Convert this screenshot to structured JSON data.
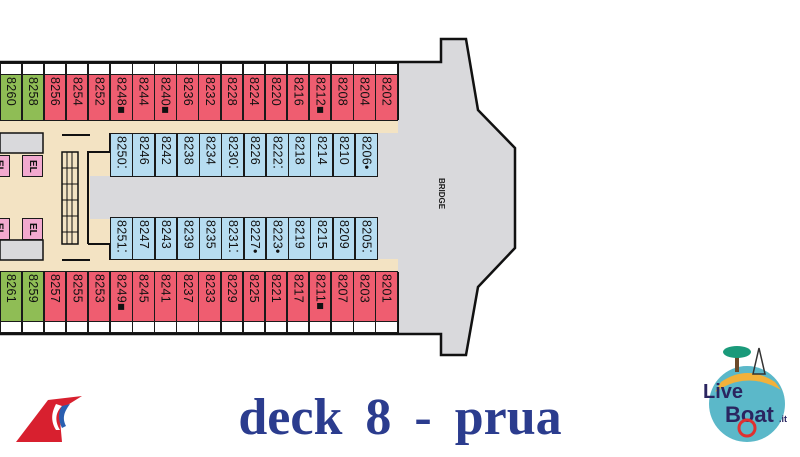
{
  "title": "deck 8 - prua",
  "bridge_label": "BRIDGE",
  "elevator_label": "EL",
  "colors": {
    "suite": "#8fbd55",
    "balcony": "#ef5d70",
    "interior": "#b7ddf1",
    "corridor": "#f3e3c3",
    "service": "#d9d9dc",
    "title": "#2b3c8e"
  },
  "cabins": {
    "top_outer": [
      {
        "n": "8260",
        "t": "green"
      },
      {
        "n": "8258",
        "t": "green"
      },
      {
        "n": "8256",
        "t": "red"
      },
      {
        "n": "8254",
        "t": "red"
      },
      {
        "n": "8252",
        "t": "red"
      },
      {
        "n": "8248■",
        "t": "red"
      },
      {
        "n": "8244",
        "t": "red"
      },
      {
        "n": "8240■",
        "t": "red"
      },
      {
        "n": "8236",
        "t": "red"
      },
      {
        "n": "8232",
        "t": "red"
      },
      {
        "n": "8228",
        "t": "red"
      },
      {
        "n": "8224",
        "t": "red"
      },
      {
        "n": "8220",
        "t": "red"
      },
      {
        "n": "8216",
        "t": "red"
      },
      {
        "n": "8212■",
        "t": "red"
      },
      {
        "n": "8208",
        "t": "red"
      },
      {
        "n": "8204",
        "t": "red"
      },
      {
        "n": "8202",
        "t": "red"
      }
    ],
    "top_inner": [
      "8250⁚",
      "8246",
      "8242",
      "8238",
      "8234",
      "8230⁚",
      "8226",
      "8222⁚",
      "8218",
      "8214",
      "8210",
      "8206•"
    ],
    "bottom_inner": [
      "8251⁚",
      "8247",
      "8243",
      "8239",
      "8235",
      "8231⁚",
      "8227•",
      "8223•",
      "8219",
      "8215",
      "8209",
      "8205⁚"
    ],
    "bottom_outer": [
      {
        "n": "8261",
        "t": "green"
      },
      {
        "n": "8259",
        "t": "green"
      },
      {
        "n": "8257",
        "t": "red"
      },
      {
        "n": "8255",
        "t": "red"
      },
      {
        "n": "8253",
        "t": "red"
      },
      {
        "n": "8249■",
        "t": "red"
      },
      {
        "n": "8245",
        "t": "red"
      },
      {
        "n": "8241",
        "t": "red"
      },
      {
        "n": "8237",
        "t": "red"
      },
      {
        "n": "8233",
        "t": "red"
      },
      {
        "n": "8229",
        "t": "red"
      },
      {
        "n": "8225",
        "t": "red"
      },
      {
        "n": "8221",
        "t": "red"
      },
      {
        "n": "8217",
        "t": "red"
      },
      {
        "n": "8211■",
        "t": "red"
      },
      {
        "n": "8207",
        "t": "red"
      },
      {
        "n": "8203",
        "t": "red"
      },
      {
        "n": "8201",
        "t": "red"
      }
    ]
  },
  "logos": {
    "left": "Carnival funnel logo",
    "right": "LiveBoat.it"
  }
}
